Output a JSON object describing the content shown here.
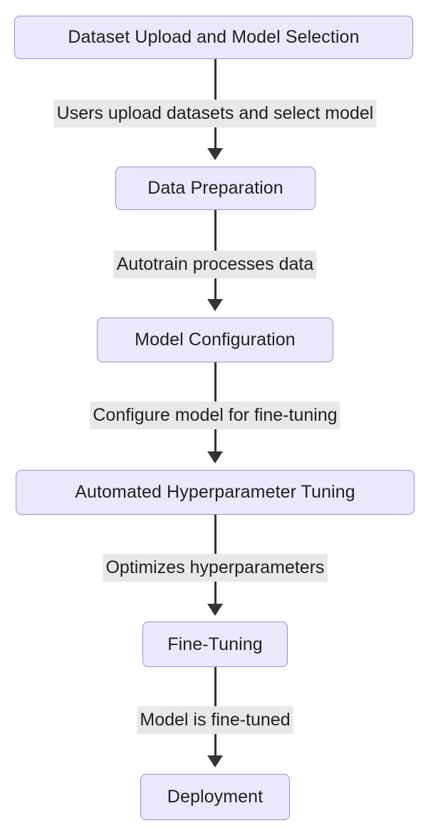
{
  "diagram": {
    "type": "flowchart",
    "direction": "top-to-bottom",
    "theme": {
      "node_fill": "#ECE8FB",
      "node_border": "#9D88D9",
      "node_text": "#1f1f22",
      "edge_color": "#333333",
      "edge_label_background": "#E8E8E8",
      "edge_label_text": "#1f1f22",
      "canvas_background": "#ffffff"
    },
    "nodes": [
      {
        "id": "dataset-upload",
        "label": "Dataset Upload and Model Selection"
      },
      {
        "id": "data-preparation",
        "label": "Data Preparation"
      },
      {
        "id": "model-configuration",
        "label": "Model Configuration"
      },
      {
        "id": "hyperparameter",
        "label": "Automated Hyperparameter Tuning"
      },
      {
        "id": "fine-tuning",
        "label": "Fine-Tuning"
      },
      {
        "id": "deployment",
        "label": "Deployment"
      }
    ],
    "edges": [
      {
        "id": "edge1",
        "from": "dataset-upload",
        "to": "data-preparation",
        "label": "Users upload datasets and select model"
      },
      {
        "id": "edge2",
        "from": "data-preparation",
        "to": "model-configuration",
        "label": "Autotrain processes data"
      },
      {
        "id": "edge3",
        "from": "model-configuration",
        "to": "hyperparameter",
        "label": "Configure model for fine-tuning"
      },
      {
        "id": "edge4",
        "from": "hyperparameter",
        "to": "fine-tuning",
        "label": "Optimizes hyperparameters"
      },
      {
        "id": "edge5",
        "from": "fine-tuning",
        "to": "deployment",
        "label": "Model is fine-tuned"
      }
    ]
  }
}
